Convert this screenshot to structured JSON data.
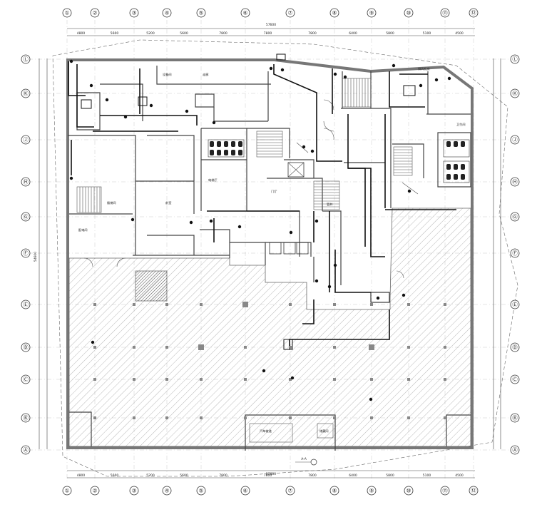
{
  "colors": {
    "line": "#111111",
    "wall": "#777777",
    "hatch": "#9a9a9a",
    "grid": "#c9c9c9"
  },
  "grid": {
    "columns": [
      "①",
      "②",
      "③",
      "④",
      "⑤",
      "⑥",
      "⑦",
      "⑧",
      "⑨",
      "⑩",
      "⑪",
      "⑫"
    ],
    "rows": [
      "Ⓛ",
      "Ⓚ",
      "Ⓙ",
      "Ⓗ",
      "Ⓖ",
      "Ⓕ",
      "Ⓔ",
      "Ⓓ",
      "Ⓒ",
      "Ⓑ",
      "Ⓐ"
    ]
  },
  "dimensions": {
    "overall": "57600",
    "segments": [
      "4800",
      "5600",
      "5200",
      "5600",
      "7800",
      "7800",
      "7800",
      "6400",
      "5800",
      "5100",
      "4500"
    ],
    "left_overall": "54600"
  },
  "room_labels": [
    "设备间",
    "走廊",
    "楼梯间",
    "前室",
    "电梯厅",
    "门厅",
    "卫生间",
    "排风机房",
    "配电间",
    "管井",
    "汽车坡道",
    "储藏间"
  ],
  "section_mark": "A-A"
}
